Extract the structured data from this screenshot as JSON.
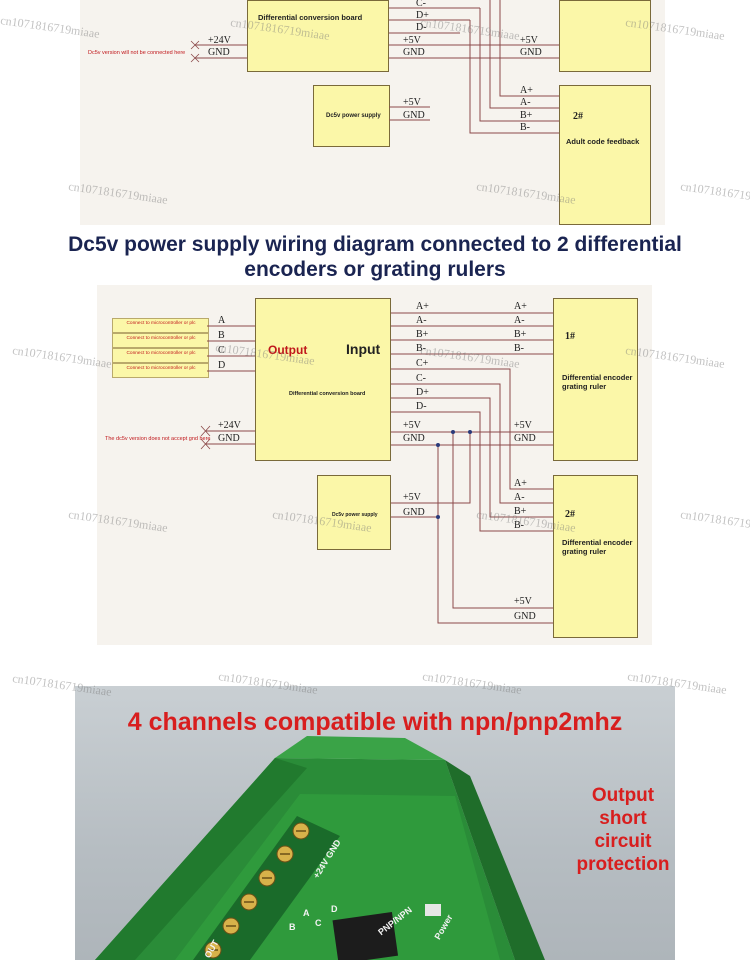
{
  "diagram_top": {
    "board_title": "Differential conversion board",
    "note_left": "Dc5v version will not be connected here",
    "left_pins": [
      "+24V",
      "GND"
    ],
    "board_pins": [
      "C-",
      "D+",
      "D-",
      "+5V",
      "GND"
    ],
    "encoder_1_pins": [
      "+5V",
      "GND"
    ],
    "power_title": "Dc5v power supply",
    "power_pins": [
      "+5V",
      "GND"
    ],
    "encoder_2_pins": [
      "A+",
      "A-",
      "B+",
      "B-"
    ],
    "encoder_2_number": "2#",
    "encoder_2_label": "Adult code feedback"
  },
  "heading": "Dc5v power supply wiring diagram connected to 2 differential encoders or grating rulers",
  "diagram_bottom": {
    "controller_labels": [
      "Connect to microcontroller or plc",
      "Connect to microcontroller or plc",
      "Connect to microcontroller or plc",
      "Connect to microcontroller or plc"
    ],
    "controller_pins": [
      "A",
      "B",
      "C",
      "D"
    ],
    "output_label": "Output",
    "input_label": "Input",
    "board_title": "Differential conversion board",
    "note_left": "The dc5v version does not accept gnd here",
    "left_pins": [
      "+24V",
      "GND"
    ],
    "board_pins": [
      "A+",
      "A-",
      "B+",
      "B-",
      "C+",
      "C-",
      "D+",
      "D-",
      "+5V",
      "GND"
    ],
    "encoder_1_pins": [
      "A+",
      "A-",
      "B+",
      "B-",
      "+5V",
      "GND"
    ],
    "encoder_1_number": "1#",
    "encoder_1_label": "Differential encoder grating ruler",
    "power_title": "Dc5v power supply",
    "power_pins": [
      "+5V",
      "GND"
    ],
    "encoder_2_pins": [
      "A+",
      "A-",
      "B+",
      "B-",
      "+5V",
      "GND"
    ],
    "encoder_2_number": "2#",
    "encoder_2_label": "Differential encoder grating ruler"
  },
  "photo": {
    "title": "4 channels compatible with npn/pnp2mhz",
    "side_text": "Output\nshort\ncircuit\nprotection",
    "board_marks": [
      "+24V GND",
      "A",
      "B",
      "C",
      "D",
      "Power",
      "PNP/NPN",
      "OUT"
    ]
  },
  "watermark": "cn1071816719miaae",
  "colors": {
    "heading": "#1a2451",
    "red": "#d81e1e",
    "box_fill": "#fbf7a8",
    "pcb": "#2f9a3c"
  }
}
